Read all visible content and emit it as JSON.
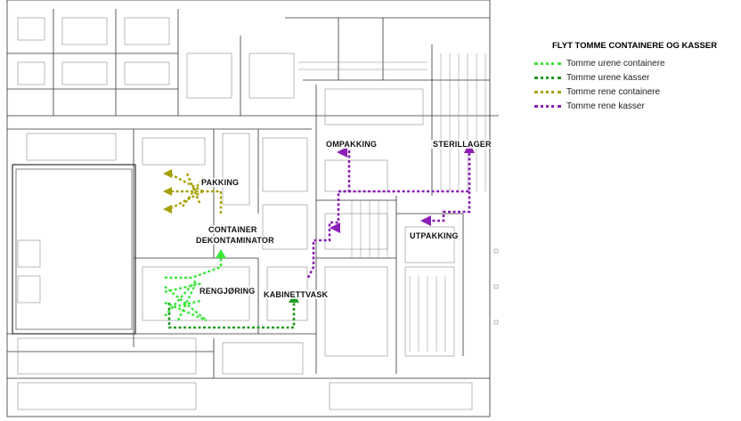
{
  "legend": {
    "title": "FLYT TOMME CONTAINERE OG KASSER",
    "items": [
      {
        "label": "Tomme urene containere",
        "color": "#39e639"
      },
      {
        "label": "Tomme urene kasser",
        "color": "#1f9a1f"
      },
      {
        "label": "Tomme rene containere",
        "color": "#a8a000"
      },
      {
        "label": "Tomme rene kasser",
        "color": "#8b1fb5"
      }
    ]
  },
  "rooms": {
    "pakking": "PAKKING",
    "container": "CONTAINER",
    "dekontaminator": "DEKONTAMINATOR",
    "rengjoring": "RENGJØRING",
    "kabinettvask": "KABINETTVASK",
    "ompakking": "OMPAKKING",
    "sterillager": "STERILLAGER",
    "utpakking": "UTPAKKING"
  },
  "colors": {
    "urene_containere": "#39e639",
    "urene_kasser": "#1f9a1f",
    "rene_containere": "#a8a000",
    "rene_kasser": "#8b1fb5"
  }
}
